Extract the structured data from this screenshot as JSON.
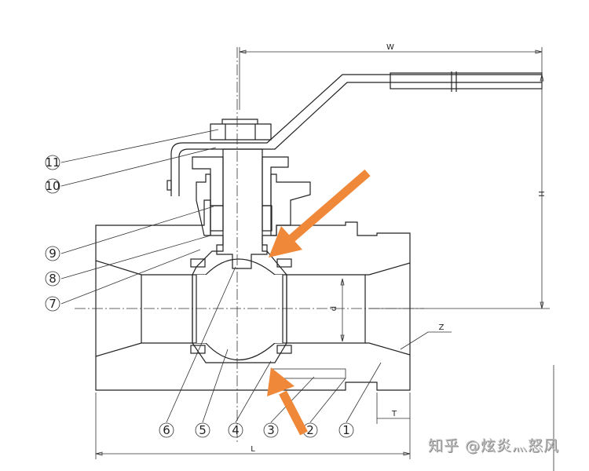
{
  "diagram": {
    "title": "Ball valve cross-section",
    "part_labels": [
      "1",
      "2",
      "3",
      "4",
      "5",
      "6",
      "7",
      "8",
      "9",
      "10",
      "11"
    ],
    "dimensions": {
      "W": "W",
      "H": "H",
      "L": "L",
      "T": "T",
      "d": "d",
      "Z": "Z"
    },
    "arrow_color": "#f0883a"
  },
  "watermark": "知乎 @炫炎灬怒风"
}
